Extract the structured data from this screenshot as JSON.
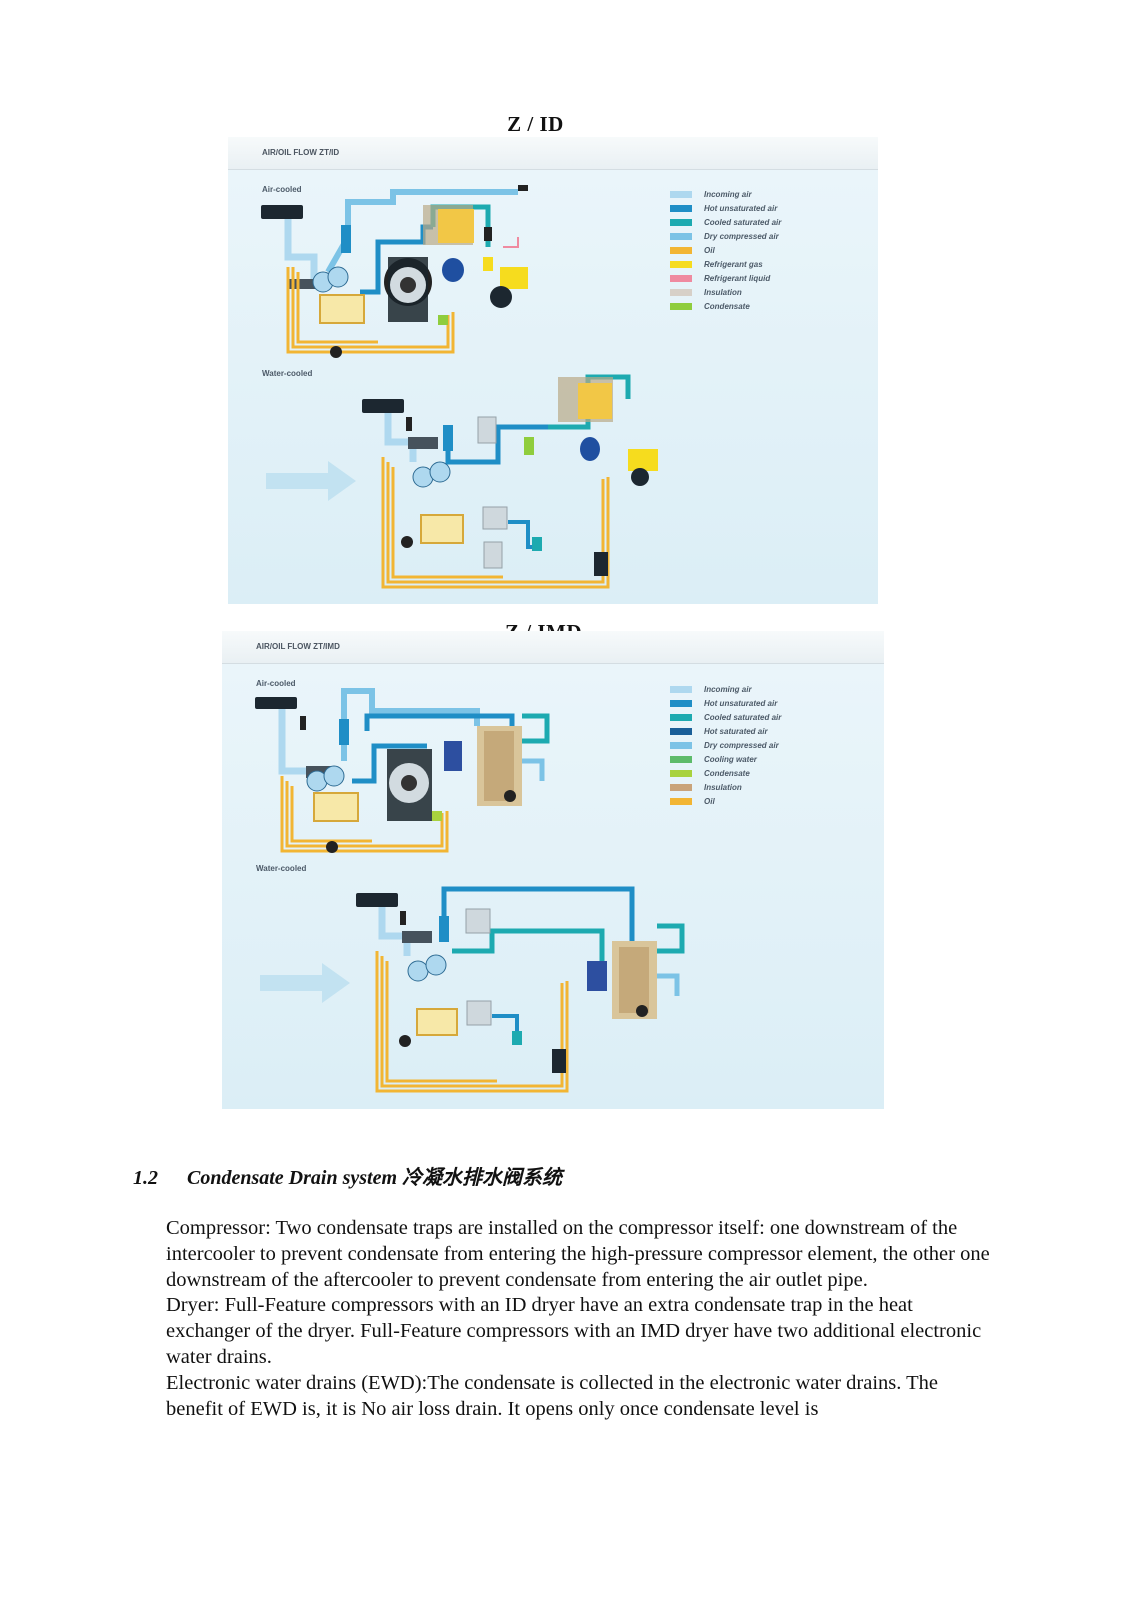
{
  "figures": [
    {
      "title": "Z / ID",
      "panel_header": "AIR/OIL FLOW ZT/ID",
      "label_top": "Air-cooled",
      "label_bottom": "Water-cooled",
      "legend": [
        {
          "label": "Incoming air",
          "color": "#aed8ef"
        },
        {
          "label": "Hot unsaturated air",
          "color": "#1f8ec6"
        },
        {
          "label": "Cooled saturated air",
          "color": "#1daab0"
        },
        {
          "label": "Dry compressed air",
          "color": "#7cc3e6"
        },
        {
          "label": "Oil",
          "color": "#f2b533"
        },
        {
          "label": "Refrigerant gas",
          "color": "#f6dc1e"
        },
        {
          "label": "Refrigerant liquid",
          "color": "#ef8aa0"
        },
        {
          "label": "Insulation",
          "color": "#d7d0c8"
        },
        {
          "label": "Condensate",
          "color": "#8fcd3d"
        }
      ]
    },
    {
      "title": "Z / IMD",
      "panel_header": "AIR/OIL FLOW ZT/IMD",
      "label_top": "Air-cooled",
      "label_bottom": "Water-cooled",
      "legend": [
        {
          "label": "Incoming air",
          "color": "#aed8ef"
        },
        {
          "label": "Hot unsaturated air",
          "color": "#1f8ec6"
        },
        {
          "label": "Cooled saturated air",
          "color": "#1daab0"
        },
        {
          "label": "Hot saturated air",
          "color": "#1a5f98"
        },
        {
          "label": "Dry compressed air",
          "color": "#7cc3e6"
        },
        {
          "label": "Cooling water",
          "color": "#5dbb6a"
        },
        {
          "label": "Condensate",
          "color": "#a8d23e"
        },
        {
          "label": "Insulation",
          "color": "#c9a37a"
        },
        {
          "label": "Oil",
          "color": "#f2b533"
        }
      ]
    }
  ],
  "section": {
    "number": "1.2",
    "title": "Condensate Drain system 冷凝水排水阀系统"
  },
  "paragraphs": [
    "Compressor: Two condensate traps are installed on the compressor itself: one downstream of the intercooler to prevent condensate from entering the high-pressure compressor element, the other one downstream of the aftercooler to prevent condensate from entering the air outlet pipe.",
    "Dryer: Full-Feature compressors with an ID dryer have an extra condensate trap  in the heat exchanger of the dryer. Full-Feature compressors with an IMD dryer have two additional electronic water drains.",
    "Electronic water drains (EWD):The condensate is collected in the electronic water drains. The benefit of EWD is, it is No air loss drain. It opens only once condensate level is"
  ]
}
